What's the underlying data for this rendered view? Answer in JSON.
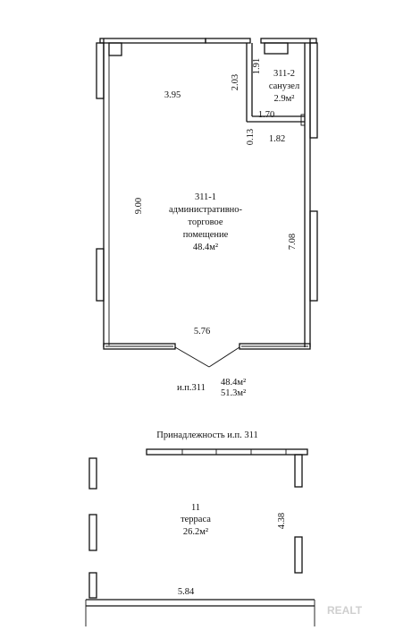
{
  "rooms": {
    "r1": {
      "id": "311-1",
      "name_line1": "административно-",
      "name_line2": "торговое",
      "name_line3": "помещение",
      "area": "48.4м²"
    },
    "r2": {
      "id": "311-2",
      "name": "санузел",
      "area": "2.9м²"
    },
    "terrace": {
      "id": "11",
      "name": "терраса",
      "area": "26.2м²"
    }
  },
  "dimensions": {
    "d395": "3.95",
    "d900": "9.00",
    "d576": "5.76",
    "d203": "2.03",
    "d191": "1.91",
    "d170": "1.70",
    "d013": "0.13",
    "d182": "1.82",
    "d708": "7.08",
    "d438": "4.38",
    "d584": "5.84"
  },
  "summary": {
    "label": "и.п.311",
    "area1": "48.4м²",
    "area2": "51.3м²"
  },
  "belonging": "Принадлежность и.п. 311",
  "watermark": "REALT"
}
